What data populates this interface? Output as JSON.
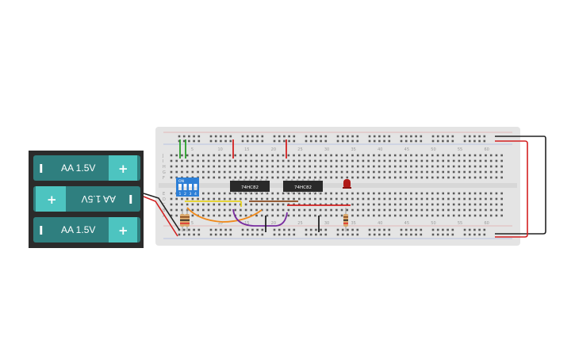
{
  "battery_pack": {
    "cells": [
      {
        "label": "AA 1.5V",
        "flipped": false
      },
      {
        "label": "AA 1.5V",
        "flipped": true
      },
      {
        "label": "AA 1.5V",
        "flipped": false
      }
    ],
    "plus_sign": "+",
    "minus_sign": "I"
  },
  "breadboard": {
    "column_numbers": [
      "5",
      "10",
      "15",
      "20",
      "25",
      "30",
      "35",
      "40",
      "45",
      "50",
      "55",
      "60"
    ],
    "row_letters_top": [
      "J",
      "I",
      "H",
      "G",
      "F"
    ],
    "row_letters_bottom": [
      "E",
      "D",
      "C",
      "B",
      "A"
    ]
  },
  "dip_switch": {
    "label_on": "ON",
    "numbers": [
      "1",
      "2",
      "3",
      "4"
    ]
  },
  "chips": [
    {
      "label": "74HC82"
    },
    {
      "label": "74HC82"
    }
  ],
  "led": {
    "color": "#b01a17"
  },
  "colors": {
    "battery_body": "#2f7f7f",
    "battery_case": "#2b2b2b",
    "terminal": "#4dc4c0",
    "breadboard": "#e4e4e4",
    "rail_red": "#d33",
    "rail_blue": "#3a62c8",
    "dip_body": "#2d7fd6",
    "chip_body": "#2a2a2a"
  }
}
